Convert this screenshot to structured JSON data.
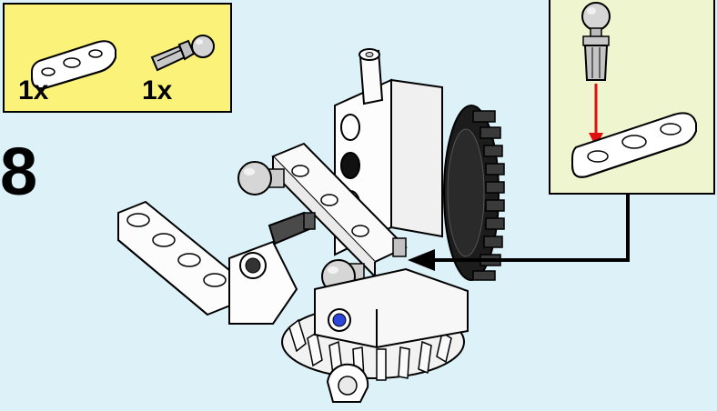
{
  "parts_list": {
    "items": [
      {
        "part": "technic-beam-3-icon",
        "quantity": "1x"
      },
      {
        "part": "ball-joint-pin-icon",
        "quantity": "1x"
      }
    ]
  },
  "step": {
    "number": "8"
  },
  "callout": {
    "part_top": "ball-joint-pin-icon",
    "part_bottom": "technic-beam-3-icon",
    "arrow_color": "#e01010"
  },
  "colors": {
    "background": "#dcf1f8",
    "parts_panel": "#fbf27a",
    "callout_panel": "#eef5cf",
    "highlight_arrow": "#e01010"
  }
}
